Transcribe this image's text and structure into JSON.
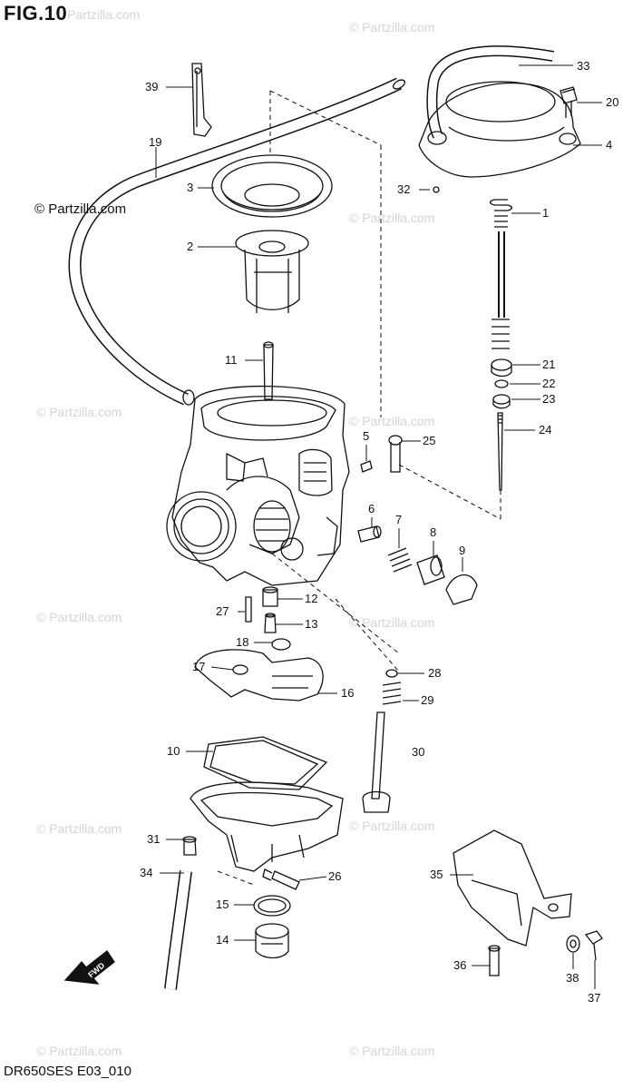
{
  "figure": {
    "title": "FIG.10",
    "code": "DR650SES E03_010",
    "copyright": "© Partzilla.com",
    "watermark": "© Partzilla.com",
    "fwd_label": "FWD"
  },
  "callouts": {
    "p1": "1",
    "p2": "2",
    "p3": "3",
    "p4": "4",
    "p5": "5",
    "p6": "6",
    "p7": "7",
    "p8": "8",
    "p9": "9",
    "p10": "10",
    "p11": "11",
    "p12": "12",
    "p13": "13",
    "p14": "14",
    "p15": "15",
    "p16": "16",
    "p17": "17",
    "p18": "18",
    "p19": "19",
    "p20": "20",
    "p21": "21",
    "p22": "22",
    "p23": "23",
    "p24": "24",
    "p25": "25",
    "p26": "26",
    "p27": "27",
    "p28": "28",
    "p29": "29",
    "p30": "30",
    "p31": "31",
    "p32": "32",
    "p33": "33",
    "p34": "34",
    "p35": "35",
    "p36": "36",
    "p37": "37",
    "p38": "38",
    "p39": "39"
  }
}
